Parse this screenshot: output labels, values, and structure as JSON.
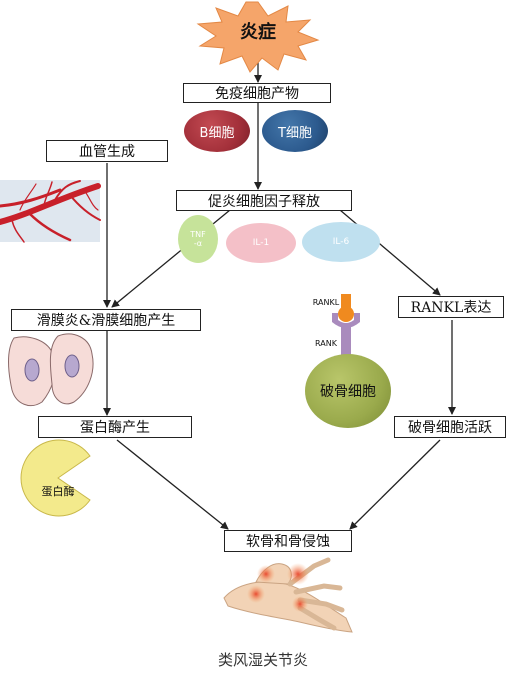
{
  "title": "炎症",
  "immune_products": "免疫细胞产物",
  "b_cell": "B细胞",
  "t_cell": "T细胞",
  "angiogenesis": "血管生成",
  "proinflammatory": "促炎细胞因子释放",
  "tnf_line1": "TNF",
  "tnf_line2": "-α",
  "il1": "IL-1",
  "il6": "IL-6",
  "rankl_expression": "RANKL表达",
  "rankl_label": "RANKL",
  "rank_label": "RANK",
  "osteoclast": "破骨细胞",
  "synovitis": "滑膜炎&滑膜细胞产生",
  "protease_production": "蛋白酶产生",
  "protease": "蛋白酶",
  "osteoclast_active": "破骨细胞活跃",
  "erosion": "软骨和骨侵蚀",
  "caption": "类风湿关节炎",
  "colors": {
    "star": "#f5a56a",
    "b_cell": "#a3303a",
    "t_cell": "#2c5a8e",
    "tnf": "#c6e39a",
    "il1": "#f4c0c8",
    "il6": "#bfe0ef",
    "rankl": "#f08a1f",
    "rank": "#a98bbd",
    "osteoclast": "#9aaa4c",
    "protease": "#f3ea8c"
  }
}
